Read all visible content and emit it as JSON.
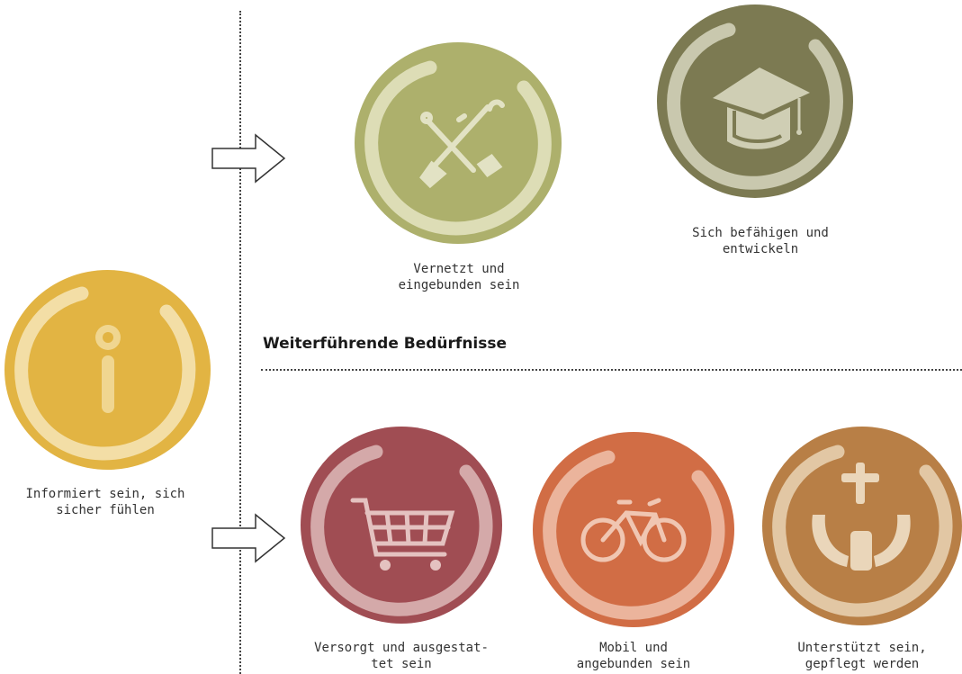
{
  "section_title": "Weiterführende Bedürfnisse",
  "nodes": {
    "informiert": {
      "line1": "Informiert sein, sich",
      "line2": "sicher fühlen",
      "icon": "info-icon",
      "color": "#E2B443"
    },
    "vernetzt": {
      "line1": "Vernetzt und",
      "line2": "eingebunden sein",
      "icon": "tools-icon",
      "color": "#ADB06C"
    },
    "befaehigen": {
      "line1": "Sich befähigen und",
      "line2": "entwickeln",
      "icon": "graduation-cap-icon",
      "color": "#7C7A52"
    },
    "versorgt": {
      "line1": "Versorgt und ausgestat-",
      "line2": "tet sein",
      "icon": "shopping-cart-icon",
      "color": "#A04D53"
    },
    "mobil": {
      "line1": "Mobil und",
      "line2": "angebunden sein",
      "icon": "bicycle-icon",
      "color": "#D16D45"
    },
    "unterstuetzt": {
      "line1": "Unterstützt sein,",
      "line2": "gepflegt werden",
      "icon": "care-hands-icon",
      "color": "#B87F46"
    }
  }
}
